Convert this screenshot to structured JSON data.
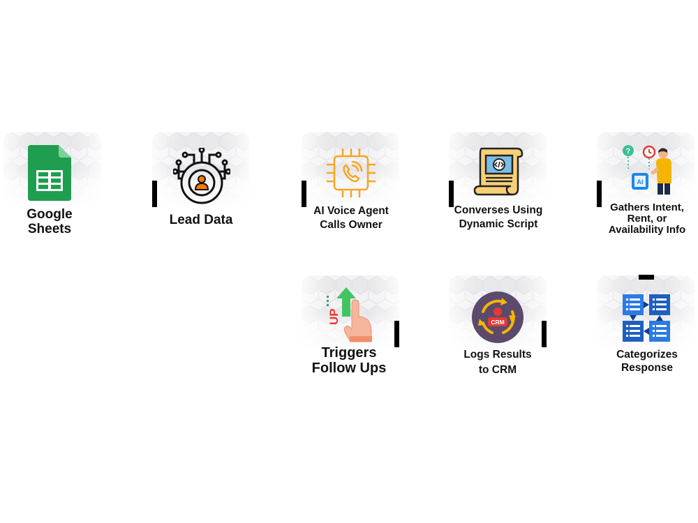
{
  "steps": [
    {
      "id": "sheets",
      "label_line1": "Google",
      "label_line2": "Sheets",
      "icon": "google-sheets-icon",
      "color": "#1e8e3e"
    },
    {
      "id": "lead",
      "label_line1": "Lead Data",
      "label_line2": "",
      "icon": "lead-data-icon",
      "color": "#f57c00"
    },
    {
      "id": "voice",
      "label_line1": "AI Voice Agent",
      "label_line2": "Calls Owner",
      "icon": "phone-call-icon",
      "color": "#f5a623"
    },
    {
      "id": "script",
      "label_line1": "Converses Using",
      "label_line2": "Dynamic Script",
      "icon": "script-scroll-icon",
      "color": "#f6c55a"
    },
    {
      "id": "intent",
      "label_line1": "Gathers Intent,",
      "label_line2": "Rent, or",
      "label_line3": "Availability Info",
      "icon": "ai-person-icon",
      "color": "#f5b400"
    },
    {
      "id": "categorize",
      "label_line1": "Categorizes",
      "label_line2": "Response",
      "icon": "categorize-lists-icon",
      "color": "#1565c0"
    },
    {
      "id": "crm",
      "label_line1": "Logs Results",
      "label_line2": "to CRM",
      "icon": "crm-cycle-icon",
      "color": "#c62828"
    },
    {
      "id": "followup",
      "label_line1": "Triggers",
      "label_line2": "Follow Ups",
      "icon": "follow-up-hand-icon",
      "color": "#43c463"
    }
  ]
}
